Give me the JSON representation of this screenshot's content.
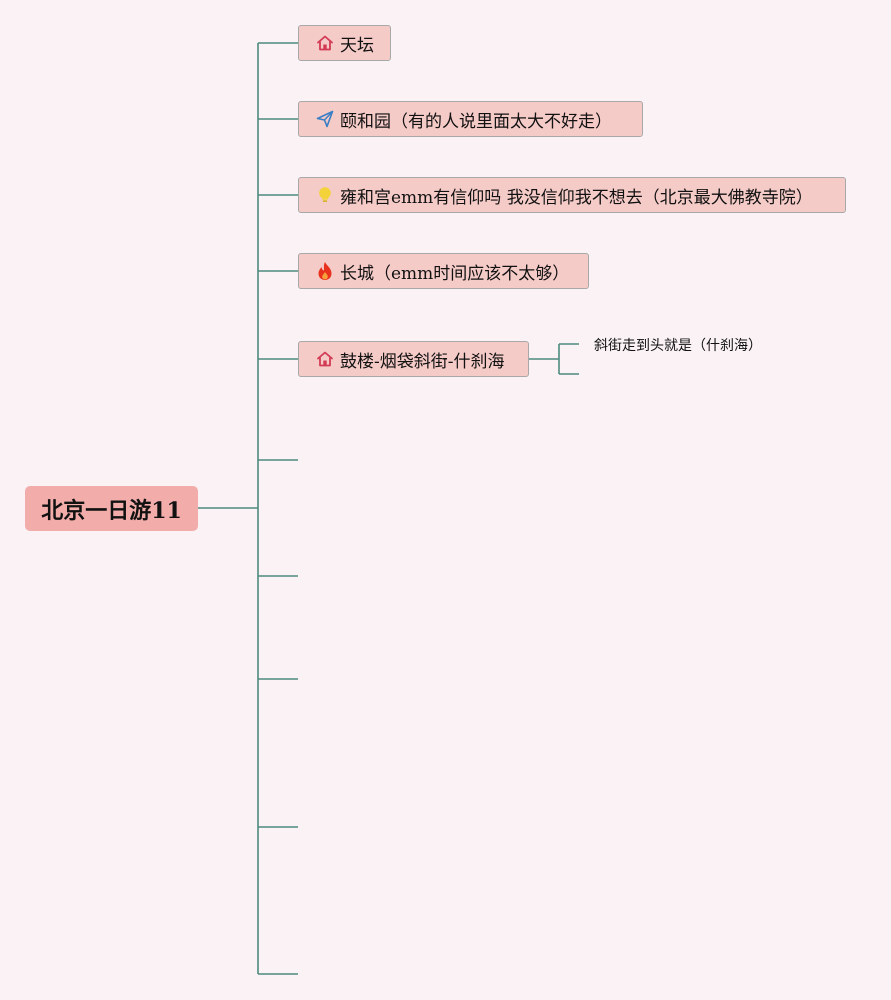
{
  "mindmap": {
    "root": {
      "label": "北京一日游11"
    },
    "topics": [
      {
        "label": "天坛",
        "icon": "house-icon"
      },
      {
        "label": "颐和园（有的人说里面太大不好走）",
        "icon": "paper-plane-icon"
      },
      {
        "label": "雍和宫emm有信仰吗 我没信仰我不想去（北京最大佛教寺院）",
        "icon": "lightbulb-icon"
      },
      {
        "label": "长城（emm时间应该不太够）",
        "icon": "fire-icon"
      },
      {
        "label": "鼓楼-烟袋斜街-什刹海",
        "icon": "house-icon"
      }
    ],
    "subtopics": [
      {
        "label": "斜街走到头就是（什刹海）"
      }
    ]
  },
  "colors": {
    "background": "#faf2f4",
    "root_fill": "#f2adab",
    "topic_fill": "#f5cbc8",
    "topic_border": "#a8a8a8",
    "connector": "#4e8a7e",
    "icon_house": "#d33b54",
    "icon_plane": "#3a7fc4",
    "icon_bulb": "#f3d23a",
    "icon_fire": "#e8321d"
  }
}
